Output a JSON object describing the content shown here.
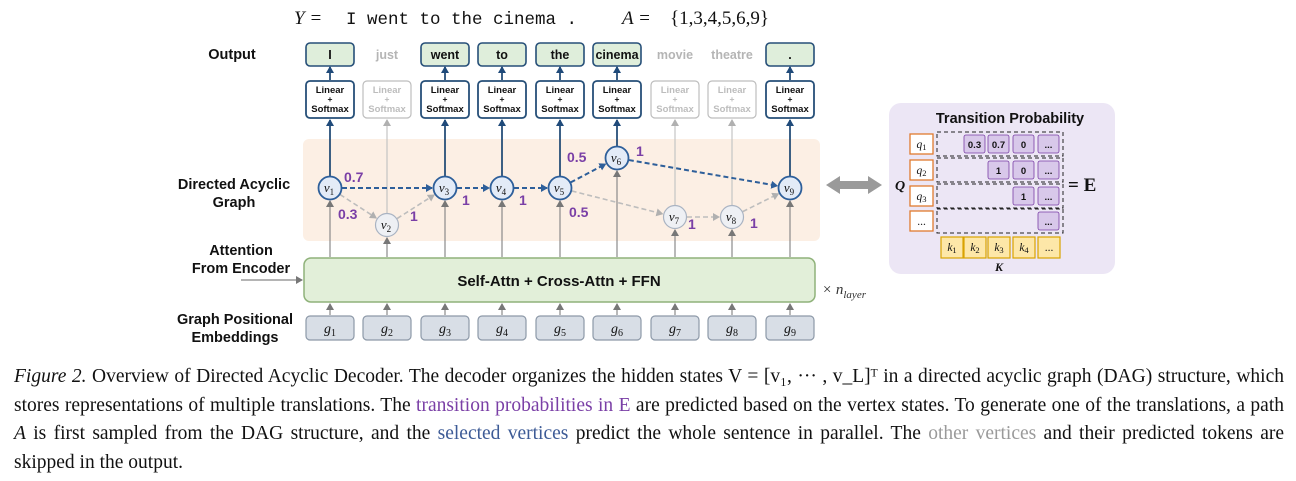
{
  "header": {
    "y_label": "Y =",
    "y_sentence": "I went to the cinema .",
    "a_label": "A =",
    "a_set": "{1,3,4,5,6,9}"
  },
  "rows": {
    "output": "Output",
    "dag_line1": "Directed Acyclic",
    "dag_line2": "Graph",
    "attn_line1": "Attention",
    "attn_line2": "From Encoder",
    "gpe_line1": "Graph Positional",
    "gpe_line2": "Embeddings"
  },
  "tokens": [
    {
      "text": "I",
      "selected": true
    },
    {
      "text": "just",
      "selected": false
    },
    {
      "text": "went",
      "selected": true
    },
    {
      "text": "to",
      "selected": true
    },
    {
      "text": "the",
      "selected": true
    },
    {
      "text": "cinema",
      "selected": true
    },
    {
      "text": "movie",
      "selected": false
    },
    {
      "text": "theatre",
      "selected": false
    },
    {
      "text": ".",
      "selected": true
    }
  ],
  "softmax": {
    "line1": "Linear",
    "line2": "+",
    "line3": "Softmax"
  },
  "vertices": [
    "v1",
    "v2",
    "v3",
    "v4",
    "v5",
    "v6",
    "v7",
    "v8",
    "v9"
  ],
  "vertex_subscripts": [
    "1",
    "2",
    "3",
    "4",
    "5",
    "6",
    "7",
    "8",
    "9"
  ],
  "positional": [
    "g1",
    "g2",
    "g3",
    "g4",
    "g5",
    "g6",
    "g7",
    "g8",
    "g9"
  ],
  "edge_labels": {
    "v1_v3": "0.7",
    "v1_v2": "0.3",
    "v2_v3": "1",
    "v3_v4": "1",
    "v4_v5": "1",
    "v5_v6": "0.5",
    "v5_v7": "0.5",
    "v6_v9": "1",
    "v7_v8": "1",
    "v8_v9": "1"
  },
  "transformer": {
    "label": "Self-Attn + Cross-Attn + FFN",
    "layers": "× n",
    "layers_sub": "layer"
  },
  "transition": {
    "title": "Transition Probability",
    "q_label": "Q",
    "k_label": "K",
    "equals": "= E",
    "queries": [
      "q1",
      "q2",
      "q3",
      "..."
    ],
    "keys": [
      "k1",
      "k2",
      "k3",
      "k4",
      "..."
    ],
    "matrix": [
      [
        "0.3",
        "0.7",
        "0",
        "..."
      ],
      [
        "",
        "1",
        "0",
        "..."
      ],
      [
        "",
        "",
        "1",
        "..."
      ],
      [
        "",
        "",
        "",
        "..."
      ]
    ]
  },
  "caption": {
    "fig_label": "Figure 2.",
    "part1": " Overview of Directed Acyclic Decoder. The decoder organizes the hidden states ",
    "math_V": "V = [v₁, ··· , v_L]ᵀ",
    "part2": " in a directed acyclic graph (DAG) structure, which stores representations of multiple translations. The ",
    "purple_text": "transition probabilities in E",
    "part3": " are predicted based on the vertex states. To generate one of the translations, a path ",
    "math_A": "A",
    "part4": " is first sampled from the DAG structure, and the ",
    "blue_text": "selected vertices",
    "part5": " predict the whole sentence in parallel. The ",
    "gray_text": "other vertices",
    "part6": " and their predicted tokens are skipped in the output."
  },
  "colors": {
    "selected_box_fill": "#dfeedb",
    "selected_box_stroke": "#264f78",
    "unselected": "#bdbdbd",
    "dag_background": "#fcefe4",
    "vertex_fill": "#e3ebf7",
    "vertex_stroke": "#2e5f9a",
    "purple": "#7a3fa6",
    "transformer_fill": "#e2efd9",
    "transformer_stroke": "#8fb27a",
    "positional_fill": "#d8dee6",
    "panel_bg": "#ece6f5",
    "query_stroke": "#e07b2f",
    "key_fill": "#fde7a8",
    "matrix_fill": "#d8c8ea"
  }
}
